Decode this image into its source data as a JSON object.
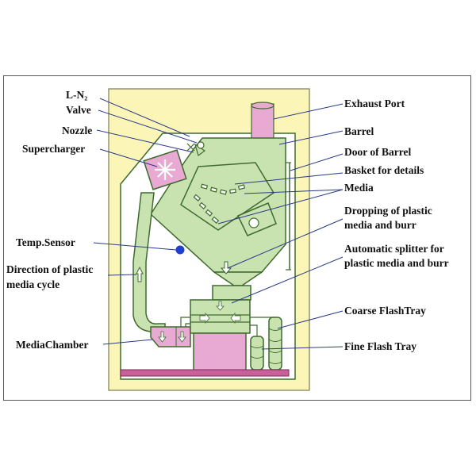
{
  "colors": {
    "outer_yellow": "#fbf6b8",
    "barrel_green": "#c9e3b0",
    "outline": "#3f6a2f",
    "pink": "#e8a9d2",
    "sensor_blue": "#1f3fd0",
    "leader": "#2a3a8a"
  },
  "labels": {
    "ln2_valve_line1": "L-N₂",
    "ln2_valve_line2": "Valve",
    "nozzle": "Nozzle",
    "supercharger": "Supercharger",
    "temp_sensor": "Temp.Sensor",
    "direction_line1": "Direction of plastic",
    "direction_line2": "media cycle",
    "media_chamber": "MediaChamber",
    "exhaust_port": "Exhaust Port",
    "barrel": "Barrel",
    "door_of_barrel": "Door of Barrel",
    "basket": "Basket for details",
    "media": "Media",
    "dropping_line1": "Dropping of plastic",
    "dropping_line2": "media and burr",
    "splitter_line1": "Automatic splitter for",
    "splitter_line2": "plastic media and burr",
    "coarse_flash_tray": "Coarse FlashTray",
    "fine_flash_tray": "Fine Flash Tray"
  }
}
